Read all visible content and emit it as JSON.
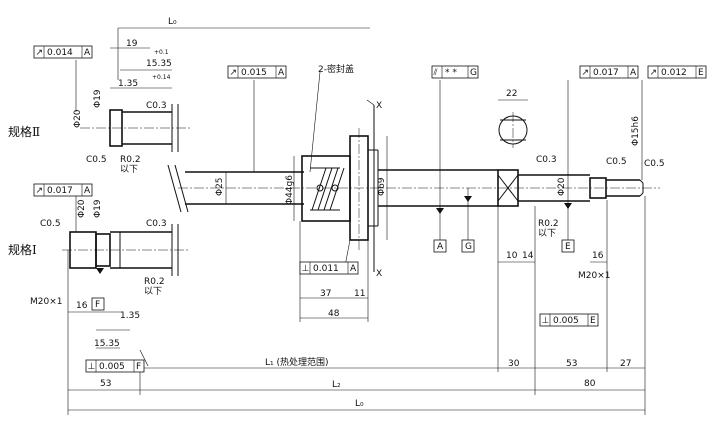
{
  "labels": {
    "spec2": "规格Ⅱ",
    "spec1": "规格Ⅰ",
    "seal": "2-密封盖",
    "heat": "L₁ (热处理范围)",
    "l0_top": "L₀",
    "l0_bottom": "L₀",
    "l2": "L₂",
    "if_below": "以下"
  },
  "tolerance_frames": [
    {
      "symbol": "↗",
      "value": "0.014",
      "datum": "A"
    },
    {
      "symbol": "↗",
      "value": "0.017",
      "datum": "A"
    },
    {
      "symbol": "↗",
      "value": "0.015",
      "datum": "A"
    },
    {
      "symbol": "⫽",
      "value": "* *",
      "datum": "G"
    },
    {
      "symbol": "↗",
      "value": "0.017",
      "datum": "A"
    },
    {
      "symbol": "↗",
      "value": "0.012",
      "datum": "E"
    },
    {
      "symbol": "⊥",
      "value": "0.011",
      "datum": "A"
    },
    {
      "symbol": "⊥",
      "value": "0.005",
      "datum": "E"
    },
    {
      "symbol": "⊥",
      "value": "0.005",
      "datum": "F"
    }
  ],
  "dimensions": {
    "d19_top": "19",
    "d15_35_top": "15.35",
    "d15_35_top_tol": "+0.1",
    "d1_35_top": "1.35",
    "d1_35_top_tol": "+0.14",
    "phi19_top": "Φ19",
    "phi20_top": "Φ20",
    "c03_a": "C0.3",
    "c05_a": "C0.5",
    "r02_a": "R0.2",
    "phi25": "Φ25",
    "phi44": "Φ44g6",
    "phi69": "Φ69",
    "phi20_bot": "Φ20",
    "phi19_bot": "Φ19",
    "c05_b": "C0.5",
    "c03_b": "C0.3",
    "m20_left": "M20×1",
    "d16_left": "16",
    "r02_b": "R0.2",
    "d1_35_bot": "1.35",
    "d15_35_bot": "15.35",
    "d37": "37",
    "d11": "11",
    "d48": "48",
    "d22": "22",
    "c03_right": "C0.3",
    "phi20_right": "Φ20",
    "r02_right": "R0.2",
    "d10": "10",
    "d14": "14",
    "d16_right": "16",
    "m20_right": "M20×1",
    "c05_right_a": "C0.5",
    "c05_right_b": "C0.5",
    "phi15": "Φ15h6",
    "d53_left": "53",
    "d30": "30",
    "d53_right": "53",
    "d27": "27",
    "d80": "80",
    "section_x_top": "X",
    "section_x_bot": "X"
  },
  "datums": [
    "A",
    "G",
    "E",
    "F"
  ]
}
